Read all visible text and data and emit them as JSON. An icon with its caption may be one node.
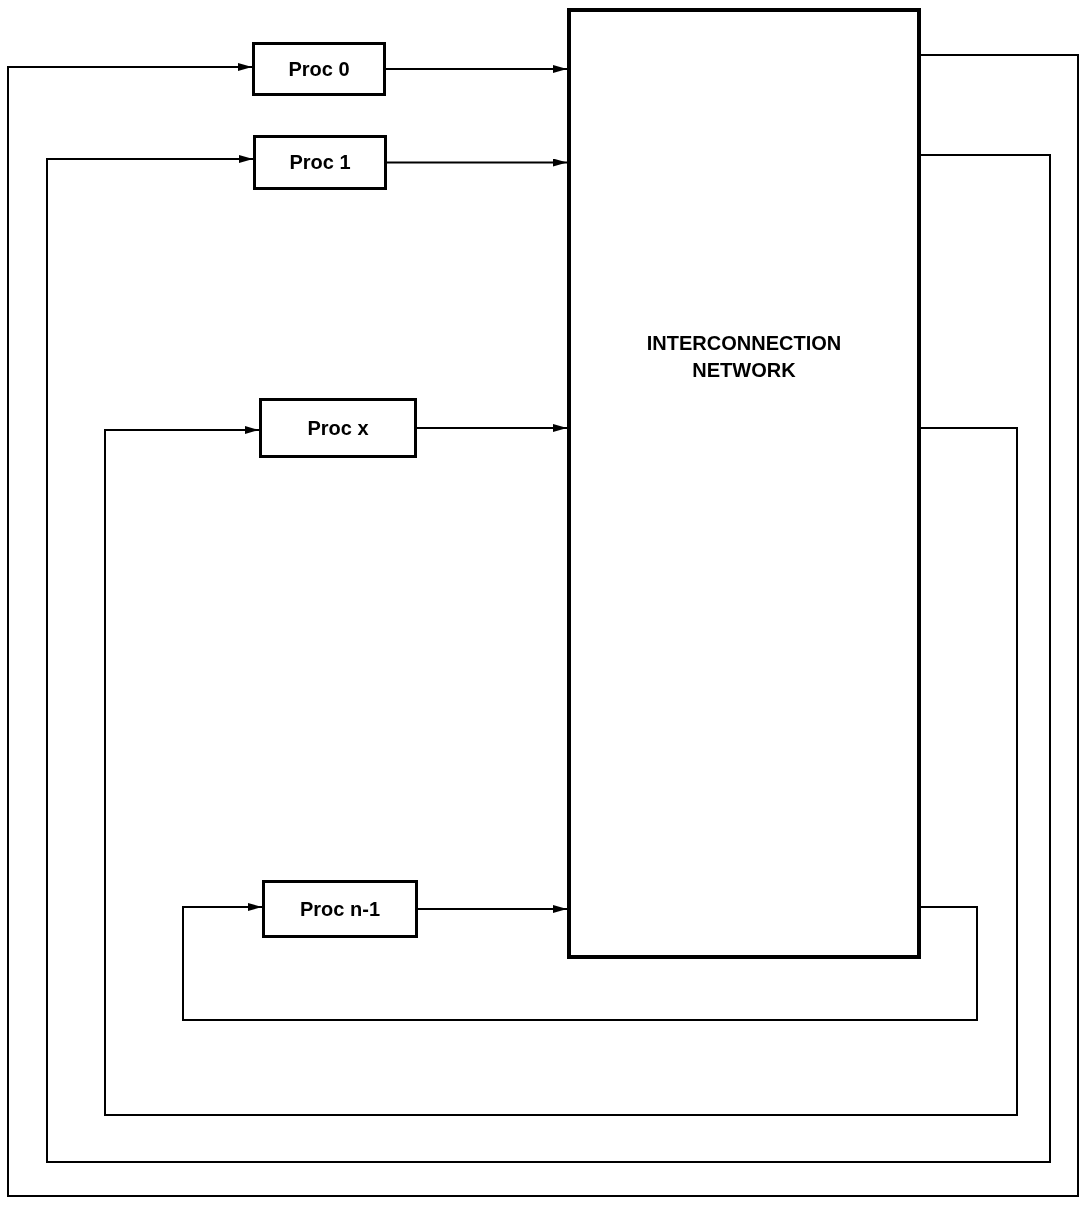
{
  "diagram": {
    "nodes": [
      {
        "text": [
          "Proc 0"
        ]
      },
      {
        "text": [
          "INTERCONNECTION NETWORK"
        ]
      },
      {
        "text": [
          "Proc 1"
        ]
      },
      {
        "text": [
          "Proc x"
        ]
      },
      {
        "text": [
          "Proc n-1"
        ]
      }
    ],
    "edges": [
      {
        "from": 0,
        "to": 1,
        "arrow": "to"
      },
      {
        "from": 2,
        "to": 1,
        "arrow": "to"
      },
      {
        "from": 3,
        "to": 1,
        "arrow": "to"
      },
      {
        "from": 4,
        "to": 1,
        "arrow": "to"
      },
      {
        "from": 1,
        "to": 0,
        "arrow": "to"
      },
      {
        "from": 1,
        "to": 2,
        "arrow": "to"
      },
      {
        "from": 1,
        "to": 3,
        "arrow": "to"
      },
      {
        "from": 1,
        "to": 4,
        "arrow": "to"
      }
    ]
  }
}
